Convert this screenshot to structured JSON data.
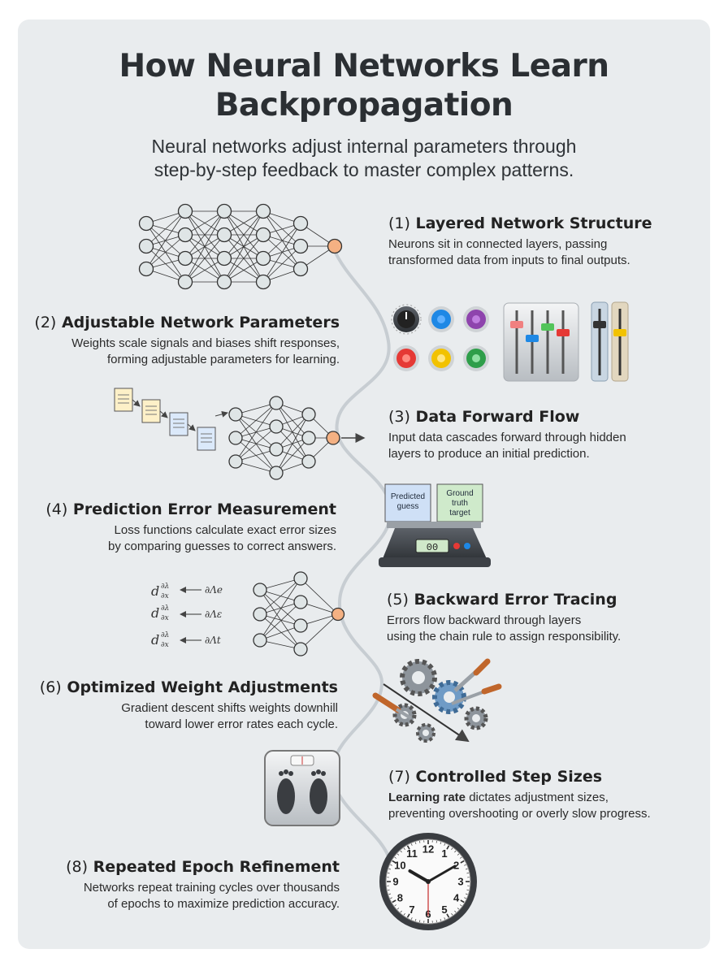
{
  "header": {
    "title_line1": "How Neural Networks Learn",
    "title_line2": "Backpropagation",
    "subtitle_line1": "Neural networks adjust internal parameters through",
    "subtitle_line2": "step-by-step feedback to master complex patterns."
  },
  "steps": [
    {
      "num": "(1)",
      "title": "Layered Network Structure",
      "line1": "Neurons sit in connected layers, passing",
      "line2": "transformed data from inputs to final outputs."
    },
    {
      "num": "(2)",
      "title": "Adjustable Network Parameters",
      "line1": "Weights scale signals and biases shift responses,",
      "line2": "forming adjustable parameters for learning."
    },
    {
      "num": "(3)",
      "title": "Data Forward Flow",
      "line1": "Input data cascades forward through hidden",
      "line2": "layers to produce an initial prediction."
    },
    {
      "num": "(4)",
      "title": "Prediction Error Measurement",
      "line1": "Loss functions calculate exact error sizes",
      "line2": "by comparing guesses to correct answers."
    },
    {
      "num": "(5)",
      "title": "Backward Error Tracing",
      "line1": "Errors flow backward through layers",
      "line2": "using the chain rule to assign responsibility."
    },
    {
      "num": "(6)",
      "title": "Optimized Weight Adjustments",
      "line1": "Gradient descent shifts weights downhill",
      "line2": "toward lower error rates each cycle."
    },
    {
      "num": "(7)",
      "title": "Controlled Step Sizes",
      "bold": "Learning rate",
      "line1": " dictates adjustment sizes,",
      "line2": "preventing overshooting or overly slow progress."
    },
    {
      "num": "(8)",
      "title": "Repeated Epoch Refinement",
      "line1": "Networks repeat training cycles over thousands",
      "line2": "of epochs to maximize prediction accuracy."
    }
  ],
  "scale_labels": {
    "predicted_1": "Predicted",
    "predicted_2": "guess",
    "truth_1": "Ground",
    "truth_2": "truth",
    "truth_3": "target",
    "display": "00"
  },
  "clock_numbers": [
    "12",
    "1",
    "2",
    "3",
    "4",
    "5",
    "6",
    "7",
    "8",
    "9",
    "10",
    "11"
  ],
  "colors": {
    "card_bg": "#e9ecee",
    "neuron_fill": "#dfe5e6",
    "output_neuron": "#f4b183",
    "path_line": "#c7cdd2"
  }
}
